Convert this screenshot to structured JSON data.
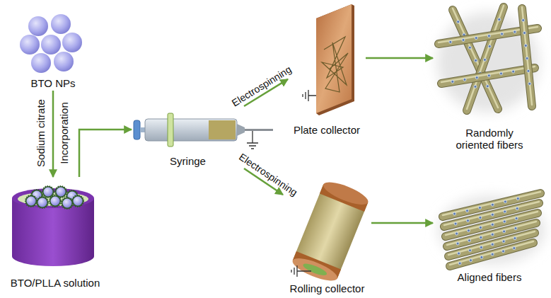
{
  "diagram": {
    "nodes": [
      {
        "text": [
          "BTO NPs"
        ]
      },
      {
        "text": [
          "BTO/PLLA solution"
        ]
      },
      {
        "text": [
          "Syringe"
        ]
      },
      {
        "text": [
          "Plate collector"
        ]
      },
      {
        "text": [
          "Rolling collector"
        ]
      },
      {
        "text": [
          "Randomly oriented fibers"
        ]
      },
      {
        "text": [
          "Aligned fibers"
        ]
      }
    ],
    "edges": [
      {
        "from": 0,
        "to": 1,
        "arrow": "to"
      },
      {
        "from": 1,
        "to": 2,
        "arrow": "to"
      },
      {
        "from": 2,
        "to": 3,
        "label": "Electrospinning",
        "arrow": "to"
      },
      {
        "from": 2,
        "to": 4,
        "label": "Electrospinning",
        "arrow": "to"
      },
      {
        "from": 3,
        "to": 5,
        "arrow": "to"
      },
      {
        "from": 4,
        "to": 6,
        "arrow": "to"
      }
    ],
    "labels": [
      "Sodium citrate",
      "Incorporation"
    ]
  }
}
